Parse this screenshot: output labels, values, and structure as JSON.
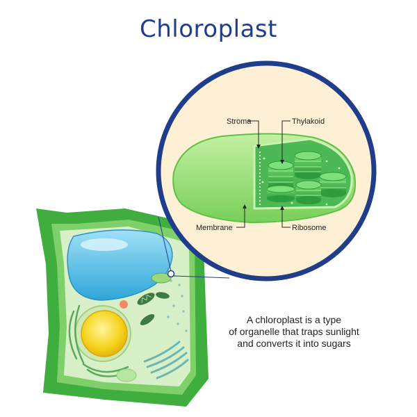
{
  "title": "Chloroplast",
  "labels": {
    "stroma": "Stroma",
    "thylakoid": "Thylakoid",
    "membrane": "Membrane",
    "ribosome": "Ribosome"
  },
  "caption": [
    "A chloroplast is a type",
    "of organelle that traps sunlight",
    "and converts it into sugars"
  ],
  "colors": {
    "title": "#1f3d8a",
    "circle_border": "#1f3d8a",
    "circle_fill": "#fdf0d5",
    "cell_wall": "#3fae3f",
    "cytoplasm": "#d8f0c8",
    "vacuole": "#4fb8e3",
    "nucleus": "#f6d21c",
    "chloroplast": "#8fdc6a",
    "grana": "#3cb04a"
  }
}
